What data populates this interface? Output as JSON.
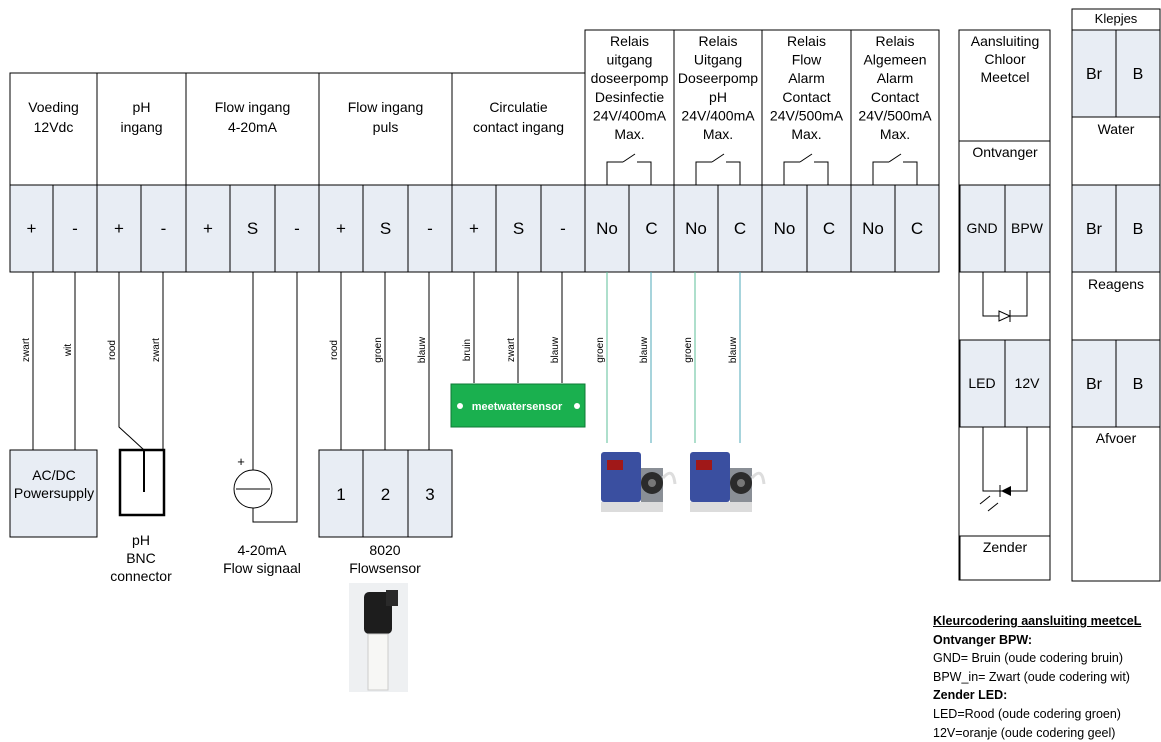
{
  "headers": [
    {
      "lines": [
        "Voeding",
        "12Vdc"
      ]
    },
    {
      "lines": [
        "pH",
        "ingang"
      ]
    },
    {
      "lines": [
        "Flow ingang",
        "4-20mA"
      ]
    },
    {
      "lines": [
        "Flow ingang",
        "puls"
      ]
    },
    {
      "lines": [
        "Circulatie",
        "contact ingang"
      ]
    }
  ],
  "relays": [
    {
      "lines": [
        "Relais",
        "uitgang",
        "doseerpomp",
        "Desinfectie",
        "24V/400mA",
        "Max."
      ]
    },
    {
      "lines": [
        "Relais",
        "Uitgang",
        "Doseerpomp",
        "pH",
        "24V/400mA",
        "Max."
      ]
    },
    {
      "lines": [
        "Relais",
        "Flow",
        "Alarm",
        "Contact",
        "24V/500mA",
        "Max."
      ]
    },
    {
      "lines": [
        "Relais",
        "Algemeen",
        "Alarm",
        "Contact",
        "24V/500mA",
        "Max."
      ]
    }
  ],
  "terminals": [
    "+",
    "-",
    "+",
    "-",
    "+",
    "S",
    "-",
    "+",
    "S",
    "-",
    "+",
    "S",
    "-",
    "No",
    "C",
    "No",
    "C",
    "No",
    "C",
    "No",
    "C"
  ],
  "wires": [
    {
      "label": "zwart",
      "color": "#000000"
    },
    {
      "label": "wit",
      "color": "#000000"
    },
    {
      "label": "rood",
      "color": "#000000"
    },
    {
      "label": "zwart",
      "color": "#000000"
    },
    {
      "label": "rood",
      "color": "#000000"
    },
    {
      "label": "groen",
      "color": "#000000"
    },
    {
      "label": "blauw",
      "color": "#000000"
    },
    {
      "label": "bruin",
      "color": "#000000"
    },
    {
      "label": "zwart",
      "color": "#000000"
    },
    {
      "label": "blauw",
      "color": "#000000"
    },
    {
      "label": "groen",
      "color": "#5cbf9a"
    },
    {
      "label": "blauw",
      "color": "#4fa8b8"
    },
    {
      "label": "groen",
      "color": "#5cbf9a"
    },
    {
      "label": "blauw",
      "color": "#4fa8b8"
    }
  ],
  "devices": {
    "powersupply": [
      "AC/DC",
      "Powersupply"
    ],
    "ph_connector": [
      "pH",
      "BNC",
      "connector"
    ],
    "flow_signal_plus": "+",
    "flow_signal": [
      "4-20mA",
      "Flow signaal"
    ],
    "flowsensor_terminals": [
      "1",
      "2",
      "3"
    ],
    "flowsensor": [
      "8020",
      "Flowsensor"
    ],
    "meetwatersensor": "meetwatersensor"
  },
  "meetcel": {
    "header": [
      "Aansluiting",
      "Chloor",
      "Meetcel"
    ],
    "ontvanger": "Ontvanger",
    "terminals_top": [
      "GND",
      "BPW"
    ],
    "terminals_bottom": [
      "LED",
      "12V"
    ],
    "zender": "Zender"
  },
  "klepjes": {
    "header": "Klepjes",
    "groups": [
      {
        "br": "Br",
        "b": "B",
        "label": "Water"
      },
      {
        "br": "Br",
        "b": "B",
        "label": "Reagens"
      },
      {
        "br": "Br",
        "b": "B",
        "label": "Afvoer"
      }
    ]
  },
  "legend": {
    "title": "Kleurcodering aansluiting meetceL",
    "ontvanger_title": "Ontvanger BPW:",
    "ontvanger_lines": [
      "GND= Bruin (oude codering bruin)",
      "BPW_in= Zwart (oude codering wit)"
    ],
    "zender_title": "Zender LED:",
    "zender_lines": [
      "LED=Rood (oude codering groen)",
      "12V=oranje (oude codering geel)"
    ]
  },
  "colors": {
    "terminal_fill": "#e8edf4",
    "sensor_green": "#1ab04f",
    "pump_blue": "#3a4fa0"
  }
}
